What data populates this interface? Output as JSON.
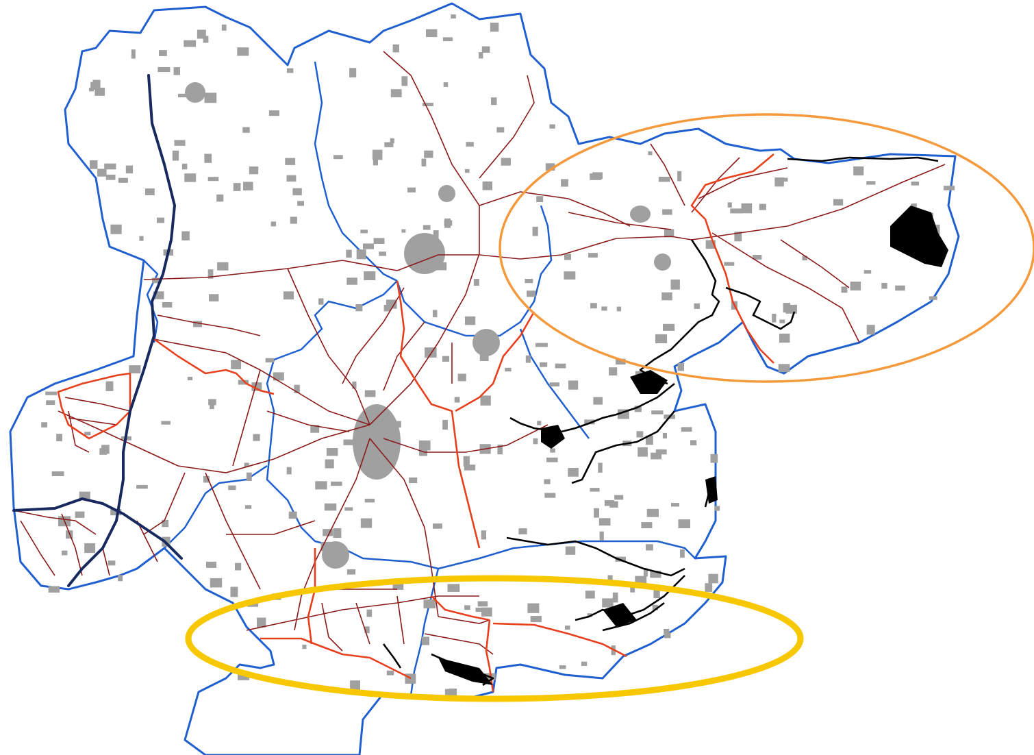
{
  "map": {
    "colors": {
      "background": "#ffffff",
      "boundary": "#1f5fcf",
      "settlement": "#a0a0a0",
      "minor_road": "#8b1a1a",
      "main_road": "#e8401c",
      "motorway": "#17295e",
      "estuary": "#000000",
      "highlight_orange": "#f59a3c",
      "highlight_yellow": "#f7c800"
    },
    "layers": [
      "county-boundary",
      "district-boundaries",
      "settlements",
      "minor-roads",
      "main-roads",
      "motorway",
      "estuaries",
      "highlight-ellipses"
    ],
    "highlights": [
      {
        "name": "north-east-coast-highlight",
        "color_key": "highlight_orange"
      },
      {
        "name": "south-coast-highlight",
        "color_key": "highlight_yellow"
      }
    ]
  }
}
